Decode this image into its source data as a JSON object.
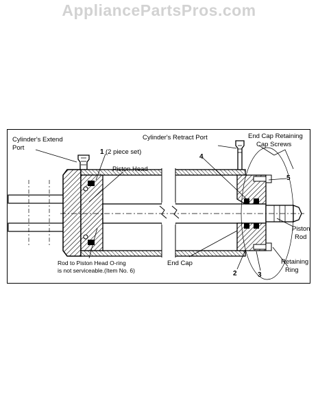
{
  "watermark": "AppliancePartsPros.com",
  "diagram": {
    "labels": {
      "extend_port_line1": "Cylinder's Extend",
      "extend_port_line2": "Port",
      "piston_head_set_num": "1",
      "piston_head_set_note": "(2 piece set)",
      "piston_head": "Piston Head",
      "retract_port": "Cylinder's Retract Port",
      "end_cap_screws_line1": "End Cap Retaining",
      "end_cap_screws_line2": "Cap Screws",
      "callout_4": "4",
      "callout_5": "5",
      "callout_2": "2",
      "callout_3": "3",
      "piston_rod_line1": "Piston",
      "piston_rod_line2": "Rod",
      "retaining_ring_line1": "Retaining",
      "retaining_ring_line2": "Ring",
      "end_cap": "End Cap",
      "oring_note_line1": "Rod to Piston Head O-ring",
      "oring_note_line2": "is not serviceable.(Item No. 6)"
    }
  }
}
